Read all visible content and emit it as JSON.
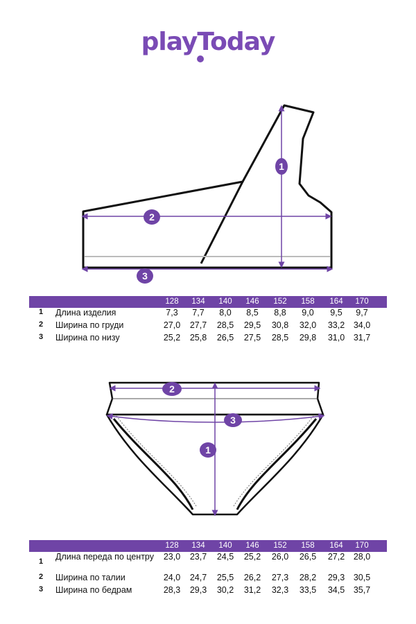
{
  "brand": {
    "logo_text": "playToday",
    "accent_color": "#7a4bb5",
    "header_color": "#6f44a6"
  },
  "top_table": {
    "sizes": [
      "128",
      "134",
      "140",
      "146",
      "152",
      "158",
      "164",
      "170"
    ],
    "rows": [
      {
        "num": "1",
        "label": "Длина изделия",
        "values": [
          "7,3",
          "7,7",
          "8,0",
          "8,5",
          "8,8",
          "9,0",
          "9,5",
          "9,7"
        ]
      },
      {
        "num": "2",
        "label": "Ширина по груди",
        "values": [
          "27,0",
          "27,7",
          "28,5",
          "29,5",
          "30,8",
          "32,0",
          "33,2",
          "34,0"
        ]
      },
      {
        "num": "3",
        "label": "Ширина по низу",
        "values": [
          "25,2",
          "25,8",
          "26,5",
          "27,5",
          "28,5",
          "29,8",
          "31,0",
          "31,7"
        ]
      }
    ]
  },
  "bottom_table": {
    "sizes": [
      "128",
      "134",
      "140",
      "146",
      "152",
      "158",
      "164",
      "170"
    ],
    "rows": [
      {
        "num": "1",
        "label": "Длина переда по центру",
        "values": [
          "23,0",
          "23,7",
          "24,5",
          "25,2",
          "26,0",
          "26,5",
          "27,2",
          "28,0"
        ]
      },
      {
        "num": "2",
        "label": "Ширина по талии",
        "values": [
          "24,0",
          "24,7",
          "25,5",
          "26,2",
          "27,3",
          "28,2",
          "29,3",
          "30,5"
        ]
      },
      {
        "num": "3",
        "label": "Ширина по бедрам",
        "values": [
          "28,3",
          "29,3",
          "30,2",
          "31,2",
          "32,3",
          "33,5",
          "34,5",
          "35,7"
        ]
      }
    ]
  },
  "diagram_top": {
    "badges": [
      "1",
      "2",
      "3"
    ]
  },
  "diagram_bottom": {
    "badges": [
      "2",
      "3",
      "1"
    ]
  }
}
